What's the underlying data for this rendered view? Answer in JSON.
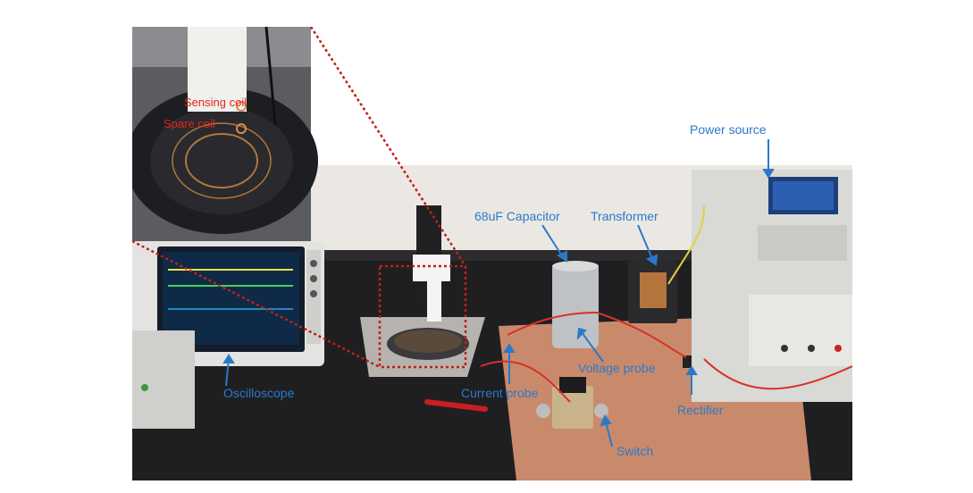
{
  "colors": {
    "label_blue": "#2a79c9",
    "label_red": "#e5231b",
    "highlight_box": "#c0211a"
  },
  "labels": {
    "power_source": "Power source",
    "capacitor": "68uF Capacitor",
    "transformer": "Transformer",
    "voltage_probe": "Voltage probe",
    "current_probe": "Current probe",
    "oscilloscope": "Oscilloscope",
    "rectifier": "Rectifier",
    "switch": "Switch",
    "sensing_coil": "Sensing coil",
    "spare_coil": "Spare coil"
  }
}
